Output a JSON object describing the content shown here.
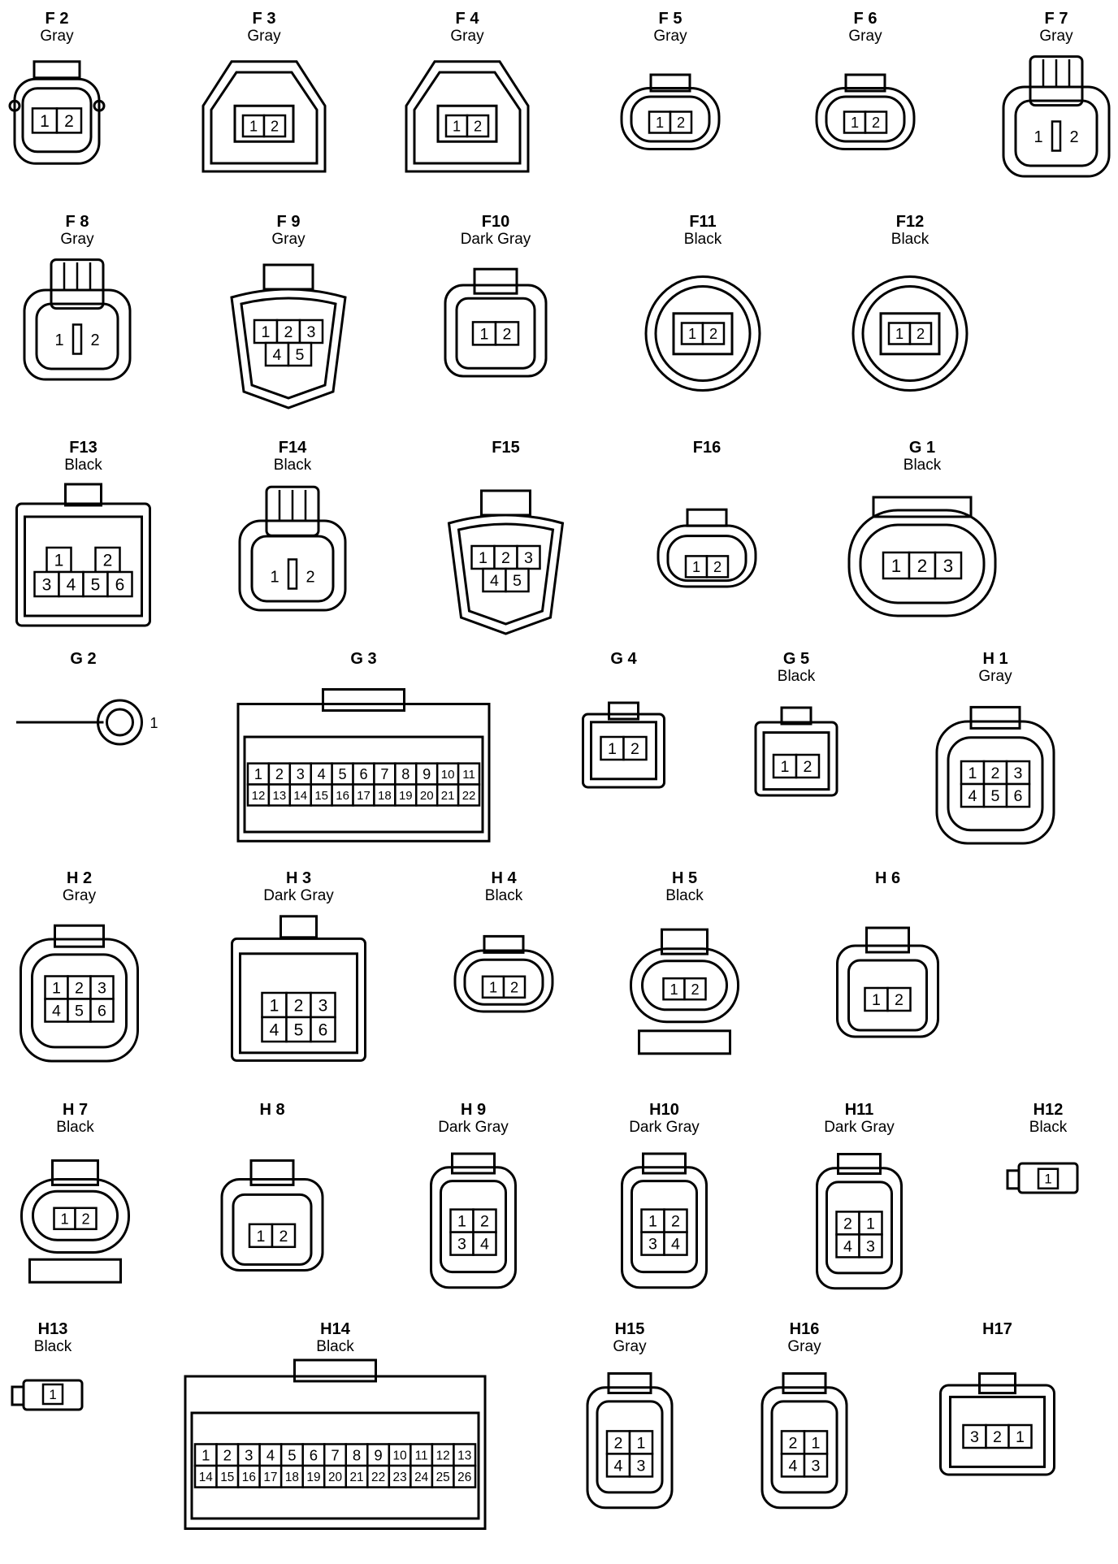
{
  "connectors": [
    {
      "id": "F 2",
      "color": "Gray",
      "pins": [
        [
          "1",
          "2"
        ]
      ],
      "shape": "square-wide"
    },
    {
      "id": "F 3",
      "color": "Gray",
      "pins": [
        [
          "1",
          "2"
        ]
      ],
      "shape": "trapezoid"
    },
    {
      "id": "F 4",
      "color": "Gray",
      "pins": [
        [
          "1",
          "2"
        ]
      ],
      "shape": "trapezoid"
    },
    {
      "id": "F 5",
      "color": "Gray",
      "pins": [
        [
          "1",
          "2"
        ]
      ],
      "shape": "oval-small"
    },
    {
      "id": "F 6",
      "color": "Gray",
      "pins": [
        [
          "1",
          "2"
        ]
      ],
      "shape": "oval-small"
    },
    {
      "id": "F 7",
      "color": "Gray",
      "pins": [
        [
          "1",
          "2"
        ]
      ],
      "shape": "tab-square"
    },
    {
      "id": "F 8",
      "color": "Gray",
      "pins": [
        [
          "1",
          "2"
        ]
      ],
      "shape": "tab-square"
    },
    {
      "id": "F 9",
      "color": "Gray",
      "pins": [
        [
          "1",
          "2",
          "3"
        ],
        [
          "4",
          "5"
        ]
      ],
      "shape": "shield"
    },
    {
      "id": "F10",
      "color": "Dark Gray",
      "pins": [
        [
          "1",
          "2"
        ]
      ],
      "shape": "square-latch"
    },
    {
      "id": "F11",
      "color": "Black",
      "pins": [
        [
          "1",
          "2"
        ]
      ],
      "shape": "round"
    },
    {
      "id": "F12",
      "color": "Black",
      "pins": [
        [
          "1",
          "2"
        ]
      ],
      "shape": "round"
    },
    {
      "id": "F13",
      "color": "Black",
      "pins": [
        [
          "1",
          "",
          "2"
        ],
        [
          "3",
          "4",
          "5",
          "6"
        ]
      ],
      "shape": "block"
    },
    {
      "id": "F14",
      "color": "Black",
      "pins": [
        [
          "1",
          "2"
        ]
      ],
      "shape": "tab-square"
    },
    {
      "id": "F15",
      "color": "",
      "pins": [
        [
          "1",
          "2",
          "3"
        ],
        [
          "4",
          "5"
        ]
      ],
      "shape": "shield"
    },
    {
      "id": "F16",
      "color": "",
      "pins": [
        [
          "1",
          "2"
        ]
      ],
      "shape": "oval-small"
    },
    {
      "id": "G 1",
      "color": "Black",
      "pins": [
        [
          "1",
          "2",
          "3"
        ]
      ],
      "shape": "oval-large"
    },
    {
      "id": "G 2",
      "color": "",
      "pins": [
        [
          "1"
        ]
      ],
      "shape": "ring-terminal"
    },
    {
      "id": "G 3",
      "color": "",
      "pins": [
        [
          "1",
          "2",
          "3",
          "4",
          "5",
          "6",
          "7",
          "8",
          "9",
          "10",
          "11"
        ],
        [
          "12",
          "13",
          "14",
          "15",
          "16",
          "17",
          "18",
          "19",
          "20",
          "21",
          "22"
        ]
      ],
      "shape": "multi-block"
    },
    {
      "id": "G 4",
      "color": "",
      "pins": [
        [
          "1",
          "2"
        ]
      ],
      "shape": "small-block"
    },
    {
      "id": "G 5",
      "color": "Black",
      "pins": [
        [
          "1",
          "2"
        ]
      ],
      "shape": "small-block"
    },
    {
      "id": "H 1",
      "color": "Gray",
      "pins": [
        [
          "1",
          "2",
          "3"
        ],
        [
          "4",
          "5",
          "6"
        ]
      ],
      "shape": "rounded-square"
    },
    {
      "id": "H 2",
      "color": "Gray",
      "pins": [
        [
          "1",
          "2",
          "3"
        ],
        [
          "4",
          "5",
          "6"
        ]
      ],
      "shape": "rounded-square"
    },
    {
      "id": "H 3",
      "color": "Dark Gray",
      "pins": [
        [
          "1",
          "2",
          "3"
        ],
        [
          "4",
          "5",
          "6"
        ]
      ],
      "shape": "block"
    },
    {
      "id": "H 4",
      "color": "Black",
      "pins": [
        [
          "1",
          "2"
        ]
      ],
      "shape": "oval-small"
    },
    {
      "id": "H 5",
      "color": "Black",
      "pins": [
        [
          "1",
          "2"
        ]
      ],
      "shape": "oval-clip"
    },
    {
      "id": "H 6",
      "color": "",
      "pins": [
        [
          "1",
          "2"
        ]
      ],
      "shape": "square-latch"
    },
    {
      "id": "H 7",
      "color": "Black",
      "pins": [
        [
          "1",
          "2"
        ]
      ],
      "shape": "oval-clip"
    },
    {
      "id": "H 8",
      "color": "",
      "pins": [
        [
          "1",
          "2"
        ]
      ],
      "shape": "square-latch"
    },
    {
      "id": "H 9",
      "color": "Dark Gray",
      "pins": [
        [
          "1",
          "2"
        ],
        [
          "3",
          "4"
        ]
      ],
      "shape": "tall-square"
    },
    {
      "id": "H10",
      "color": "Dark Gray",
      "pins": [
        [
          "1",
          "2"
        ],
        [
          "3",
          "4"
        ]
      ],
      "shape": "tall-square"
    },
    {
      "id": "H11",
      "color": "Dark Gray",
      "pins": [
        [
          "2",
          "1"
        ],
        [
          "4",
          "3"
        ]
      ],
      "shape": "tall-square"
    },
    {
      "id": "H12",
      "color": "Black",
      "pins": [
        [
          "1"
        ]
      ],
      "shape": "single-pin"
    },
    {
      "id": "H13",
      "color": "Black",
      "pins": [
        [
          "1"
        ]
      ],
      "shape": "single-pin"
    },
    {
      "id": "H14",
      "color": "Black",
      "pins": [
        [
          "1",
          "2",
          "3",
          "4",
          "5",
          "6",
          "7",
          "8",
          "9",
          "10",
          "11",
          "12",
          "13"
        ],
        [
          "14",
          "15",
          "16",
          "17",
          "18",
          "19",
          "20",
          "21",
          "22",
          "23",
          "24",
          "25",
          "26"
        ]
      ],
      "shape": "multi-block"
    },
    {
      "id": "H15",
      "color": "Gray",
      "pins": [
        [
          "2",
          "1"
        ],
        [
          "4",
          "3"
        ]
      ],
      "shape": "tall-square"
    },
    {
      "id": "H16",
      "color": "Gray",
      "pins": [
        [
          "2",
          "1"
        ],
        [
          "4",
          "3"
        ]
      ],
      "shape": "tall-square"
    },
    {
      "id": "H17",
      "color": "",
      "pins": [
        [
          "3",
          "2",
          "1"
        ]
      ],
      "shape": "wide-block"
    }
  ]
}
